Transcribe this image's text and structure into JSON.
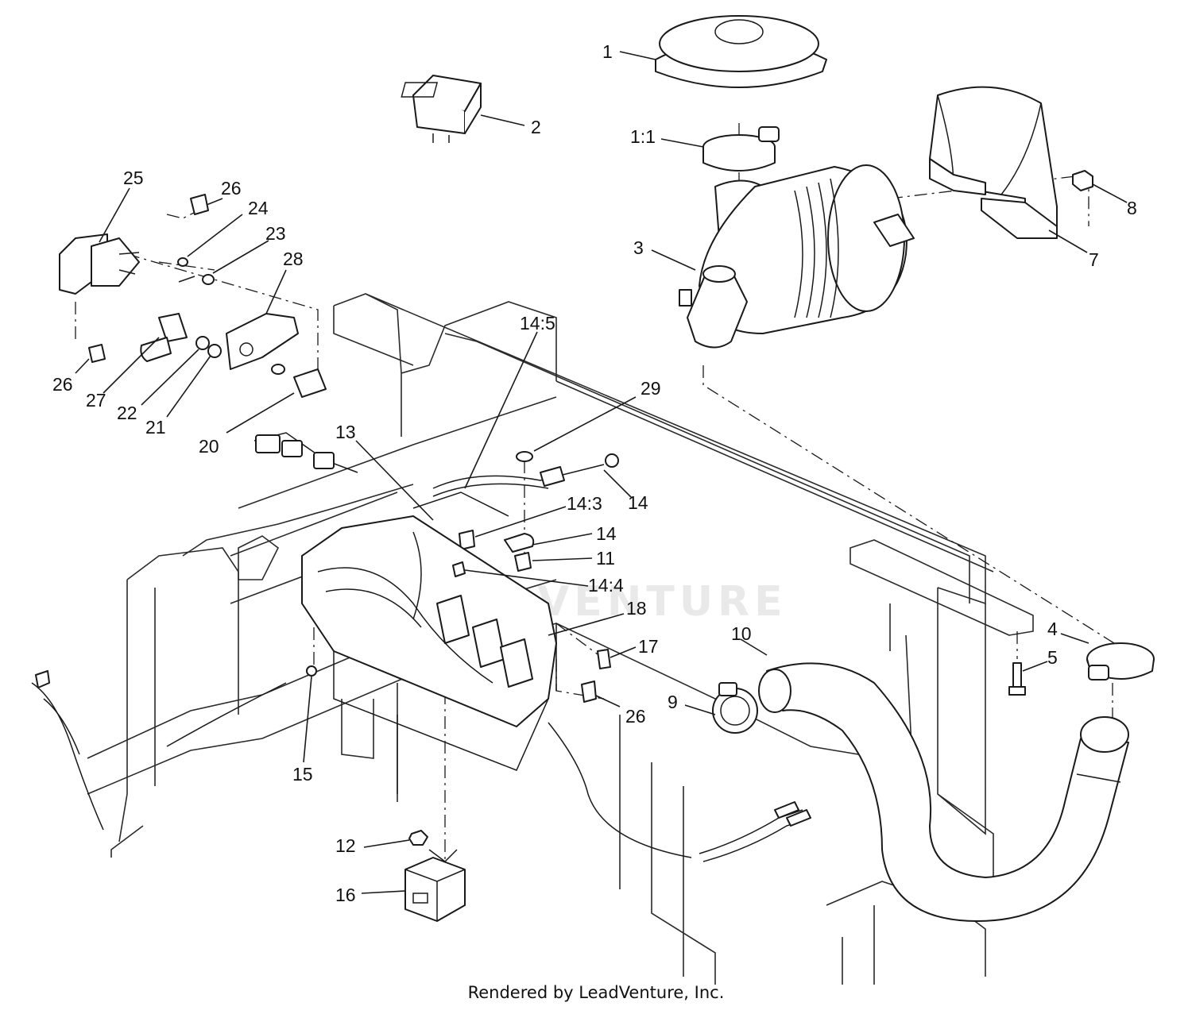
{
  "diagram": {
    "watermark": "LEADVENTURE",
    "footer": "Rendered by LeadVenture, Inc.",
    "callouts": [
      {
        "id": "c-1",
        "label": "1"
      },
      {
        "id": "c-1-1",
        "label": "1:1"
      },
      {
        "id": "c-2",
        "label": "2"
      },
      {
        "id": "c-3",
        "label": "3"
      },
      {
        "id": "c-4",
        "label": "4"
      },
      {
        "id": "c-5",
        "label": "5"
      },
      {
        "id": "c-7",
        "label": "7"
      },
      {
        "id": "c-8",
        "label": "8"
      },
      {
        "id": "c-9",
        "label": "9"
      },
      {
        "id": "c-10",
        "label": "10"
      },
      {
        "id": "c-11",
        "label": "11"
      },
      {
        "id": "c-12",
        "label": "12"
      },
      {
        "id": "c-13",
        "label": "13"
      },
      {
        "id": "c-14a",
        "label": "14"
      },
      {
        "id": "c-14b",
        "label": "14"
      },
      {
        "id": "c-14-3",
        "label": "14:3"
      },
      {
        "id": "c-14-4",
        "label": "14:4"
      },
      {
        "id": "c-14-5",
        "label": "14:5"
      },
      {
        "id": "c-15",
        "label": "15"
      },
      {
        "id": "c-16",
        "label": "16"
      },
      {
        "id": "c-17",
        "label": "17"
      },
      {
        "id": "c-18",
        "label": "18"
      },
      {
        "id": "c-20",
        "label": "20"
      },
      {
        "id": "c-21",
        "label": "21"
      },
      {
        "id": "c-22",
        "label": "22"
      },
      {
        "id": "c-23",
        "label": "23"
      },
      {
        "id": "c-24",
        "label": "24"
      },
      {
        "id": "c-25",
        "label": "25"
      },
      {
        "id": "c-26a",
        "label": "26"
      },
      {
        "id": "c-26b",
        "label": "26"
      },
      {
        "id": "c-26c",
        "label": "26"
      },
      {
        "id": "c-27",
        "label": "27"
      },
      {
        "id": "c-28",
        "label": "28"
      },
      {
        "id": "c-29",
        "label": "29"
      }
    ]
  }
}
